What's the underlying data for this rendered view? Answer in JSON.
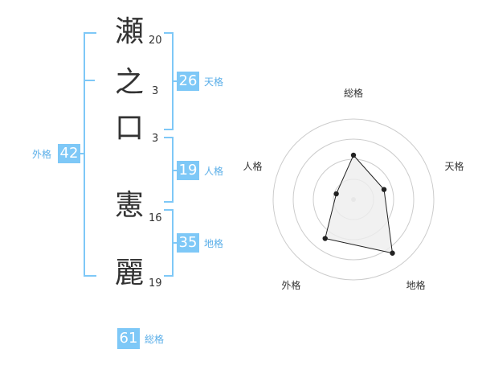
{
  "name": {
    "characters": [
      {
        "char": "瀬",
        "strokes": "20"
      },
      {
        "char": "之",
        "strokes": "3"
      },
      {
        "char": "口",
        "strokes": "3"
      },
      {
        "char": "憲",
        "strokes": "16"
      },
      {
        "char": "麗",
        "strokes": "19"
      }
    ]
  },
  "fortunes": {
    "tenkaku": {
      "value": "26",
      "label": "天格"
    },
    "jinkaku": {
      "value": "19",
      "label": "人格"
    },
    "chikaku": {
      "value": "35",
      "label": "地格"
    },
    "gaikaku": {
      "value": "42",
      "label": "外格"
    },
    "soukaku": {
      "value": "61",
      "label": "総格"
    }
  },
  "chart_data": {
    "type": "radar",
    "axes": [
      "総格",
      "天格",
      "地格",
      "外格",
      "人格"
    ],
    "levels": 4,
    "values": [
      2.2,
      1.6,
      3.3,
      2.4,
      0.9
    ],
    "max": 4,
    "fill_color": "#eeeeee",
    "line_color": "#222222",
    "grid_color": "#cccccc"
  },
  "colors": {
    "accent": "#7ec8f7",
    "label": "#5aaee8"
  }
}
